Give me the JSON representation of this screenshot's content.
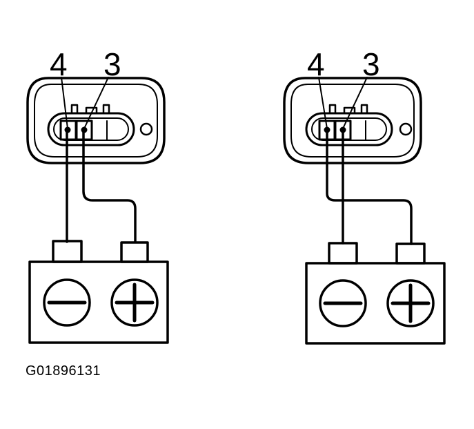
{
  "figure_code": "G01896131",
  "colors": {
    "ink": "#000000",
    "background": "#ffffff"
  },
  "diagrams": [
    {
      "pin_labels": [
        "4",
        "3"
      ],
      "terminals": [
        {
          "icon": "minus-icon"
        },
        {
          "icon": "plus-icon"
        }
      ]
    },
    {
      "pin_labels": [
        "4",
        "3"
      ],
      "terminals": [
        {
          "icon": "minus-icon"
        },
        {
          "icon": "plus-icon"
        }
      ]
    }
  ]
}
